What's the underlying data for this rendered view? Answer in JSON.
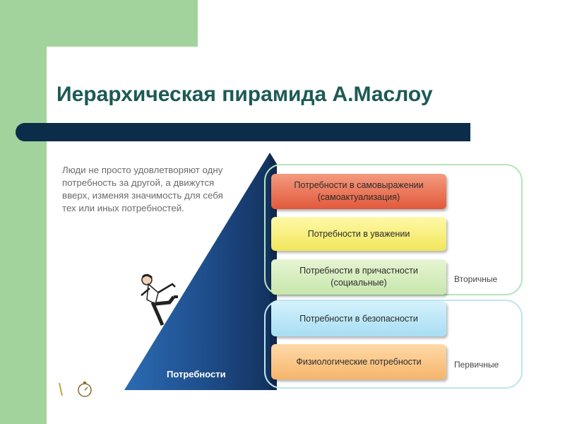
{
  "slide": {
    "title": "Иерархическая пирамида А.Маслоу",
    "caption": "Люди не просто удовлетворяют одну потребность за другой, а движутся вверх, изменяя значимость для себя тех или иных потребностей."
  },
  "pyramid": {
    "base_label": "Потребности",
    "levels": [
      {
        "label": "Потребности в самовыражении\n(самоактуализация)",
        "color": "#e8654a"
      },
      {
        "label": "Потребности в уважении",
        "color": "#f5ec6e"
      },
      {
        "label": "Потребности в причастности\n(социальные)",
        "color": "#d3ecbd"
      },
      {
        "label": "Потребности в безопасности",
        "color": "#bde7f7"
      },
      {
        "label": "Физиологические потребности",
        "color": "#f9c283"
      }
    ],
    "groups": {
      "secondary": "Вторичные",
      "primary": "Первичные"
    },
    "pyramid_color": "#1f4e8c"
  },
  "icons": [
    "climbing-man-icon",
    "stopwatch-icon"
  ],
  "colors": {
    "title": "#1d5a55",
    "title_bar": "#0b2d4a",
    "background_accent": "#a3d39c"
  }
}
